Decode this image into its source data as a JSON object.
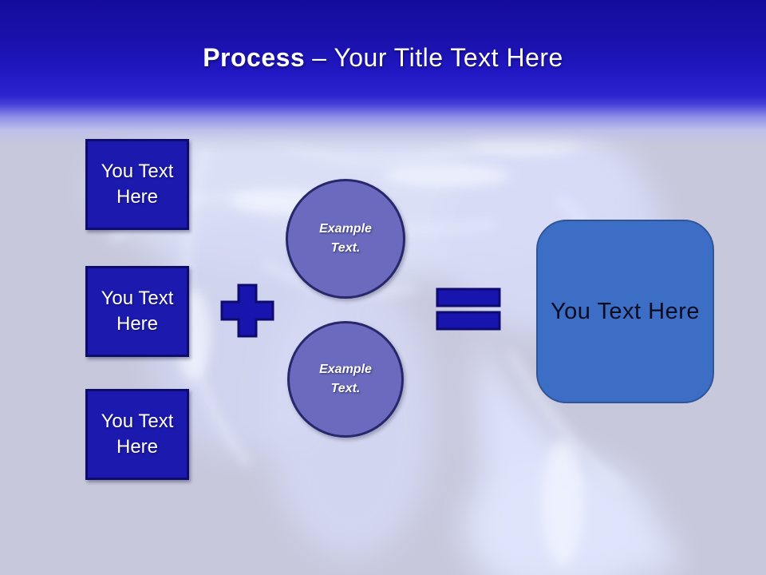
{
  "header": {
    "title_bold": "Process",
    "title_rest": "– Your Title Text Here"
  },
  "boxes": [
    {
      "label": "You Text Here"
    },
    {
      "label": "You Text Here"
    },
    {
      "label": "You Text Here"
    }
  ],
  "operators": {
    "plus_icon": "+",
    "equals_icon": "="
  },
  "circles": [
    {
      "label": "Example Text."
    },
    {
      "label": "Example Text."
    }
  ],
  "result": {
    "label": "You Text Here"
  },
  "colors": {
    "header_gradient_top": "#140c9c",
    "header_gradient_mid": "#2c23cf",
    "background_base": "#c7c8dc",
    "square_fill": "#1c19ae",
    "square_border": "#0e0b6e",
    "operator_fill": "#1715ad",
    "operator_border": "#0e0b6e",
    "circle_fill": "#6b6abe",
    "circle_border": "#27276b",
    "result_fill": "#3d6ec5",
    "result_border": "#2f5597",
    "title_text": "#ffffff",
    "square_text": "#ffffff",
    "circle_text": "#ffffff",
    "result_text": "#0b0b20"
  }
}
